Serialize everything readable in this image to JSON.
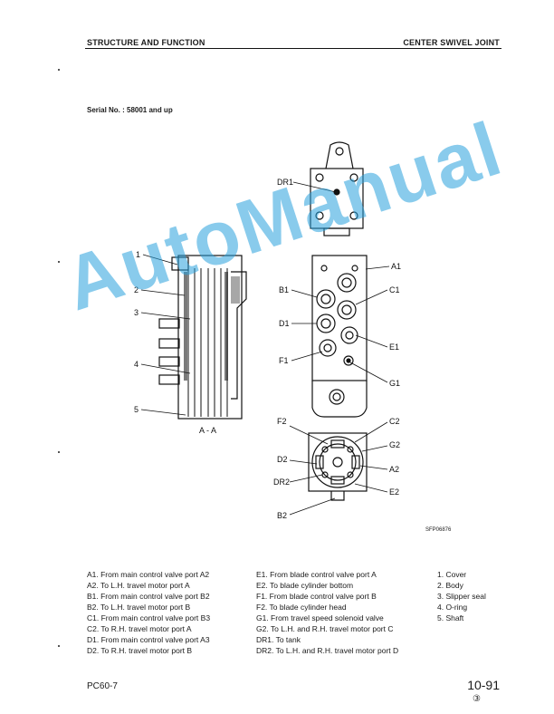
{
  "header": {
    "left": "STRUCTURE AND FUNCTION",
    "right": "CENTER SWIVEL JOINT"
  },
  "serial": "Serial No. : 58001 and up",
  "figure": {
    "code": "SFP06876",
    "section_label": "A - A",
    "callouts_left": [
      "1",
      "2",
      "3",
      "4",
      "5"
    ],
    "callouts_right": [
      "DR1",
      "A1",
      "B1",
      "C1",
      "D1",
      "E1",
      "F1",
      "G1",
      "F2",
      "C2",
      "G2",
      "D2",
      "A2",
      "DR2",
      "E2",
      "B2"
    ]
  },
  "legend": {
    "col1": [
      "A1.  From main control valve port A2",
      "A2.  To L.H. travel motor port A",
      "B1.  From main control valve port B2",
      "B2.  To L.H. travel motor port B",
      "C1.  From main control valve port B3",
      "C2.  To R.H. travel motor port A",
      "D1.  From main control valve port A3",
      "D2.  To R.H. travel motor port B"
    ],
    "col2": [
      "E1.  From blade control valve port A",
      "E2.  To blade cylinder bottom",
      "F1.  From blade control valve port B",
      "F2.  To blade cylinder head",
      "G1.  From travel speed solenoid valve",
      "G2.  To L.H. and R.H. travel motor port C",
      "DR1. To tank",
      "DR2. To L.H. and R.H. travel motor port D"
    ],
    "col3": [
      "1.  Cover",
      "2.  Body",
      "3.  Slipper seal",
      "4.  O-ring",
      "5.  Shaft"
    ]
  },
  "footer": {
    "model": "PC60-7",
    "page": "10-91",
    "revision": "③"
  },
  "watermark": "AutoManual"
}
